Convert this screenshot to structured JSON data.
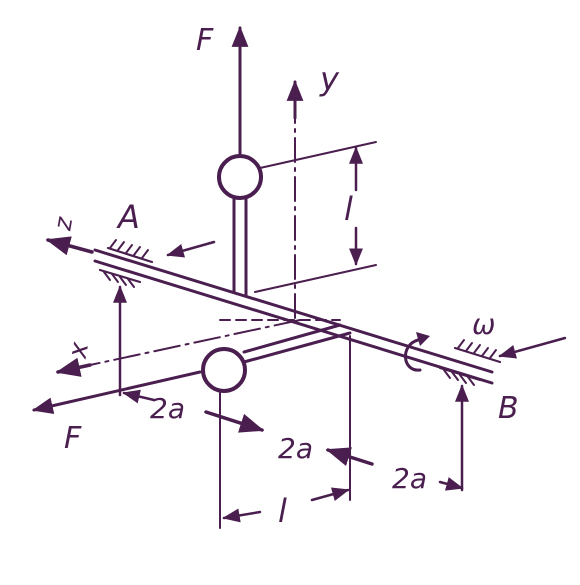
{
  "labels": {
    "force_top": "F",
    "force_left": "F",
    "axis_y": "y",
    "axis_z": "z",
    "axis_x": "x",
    "bearing_a": "A",
    "bearing_b": "B",
    "omega": "ω",
    "length_vertical": "l",
    "length_horizontal": "l",
    "dim_1": "2a",
    "dim_2": "2a",
    "dim_3": "2a"
  },
  "colors": {
    "ink": "#4a1f4f",
    "paper": "#ffffff"
  }
}
